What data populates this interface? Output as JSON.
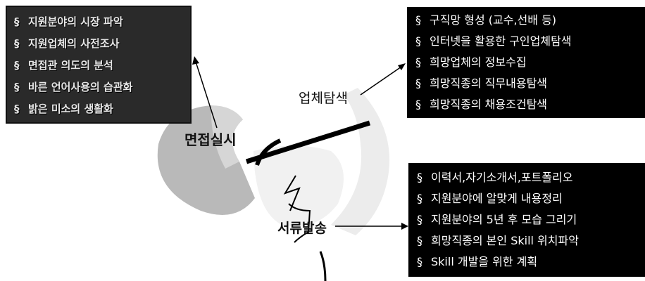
{
  "interview": {
    "label": "면접실시",
    "items": [
      "지원분야의 시장 파악",
      "지원업체의 사전조사",
      "면접관 의도의 분석",
      "바른 언어사용의 습관화",
      "밝은 미소의 생활화"
    ]
  },
  "company": {
    "label": "업체탐색",
    "items": [
      "구직망 형성 (교수,선배 등)",
      "인터넷을 활용한 구인업체탐색",
      "희망업체의 정보수집",
      "희망직종의 직무내용탐색",
      "희망직종의 채용조건탐색"
    ]
  },
  "documents": {
    "label": "서류발송",
    "items": [
      "이력서,자기소개서,포트폴리오",
      "지원분야에 알맞게 내용정리",
      "지원분야의 5년 후 모습 그리기",
      "희망직종의 본인 Skill 위치파악",
      "Skill 개발을 위한 계획"
    ]
  },
  "bullet": "§",
  "colors": {
    "box_dark": "#000000",
    "box_interview": "#2a2a2a",
    "wheel_gray": "#b8b8b8",
    "wheel_light": "#e4e4e4"
  }
}
